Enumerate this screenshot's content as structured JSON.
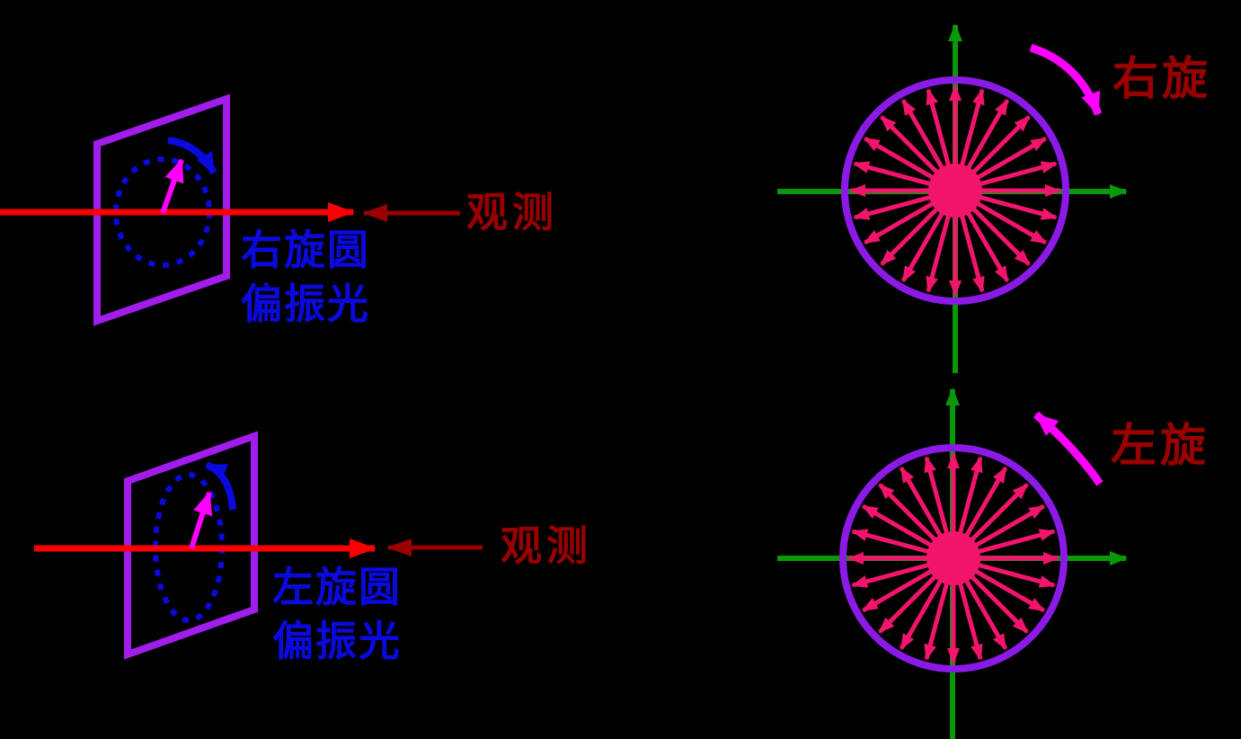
{
  "colors": {
    "background": "#000000",
    "red_beam": "#FA0000",
    "dark_red": "#990000",
    "blue": "#0A0ADF",
    "magenta": "#FF00FF",
    "purple_frame": "#A01DEB",
    "purple_ring": "#8C1AE6",
    "green_axis": "#089808",
    "pink_field": "#F3156C"
  },
  "left_panels": {
    "top": {
      "polarization_label_line1": "右旋圆",
      "polarization_label_line2": "偏振光",
      "observe_label": "观测"
    },
    "bottom": {
      "polarization_label_line1": "左旋圆",
      "polarization_label_line2": "偏振光",
      "observe_label": "观测"
    }
  },
  "right_panels": {
    "top": {
      "rotation_label": "右旋",
      "spoke_count": 24
    },
    "bottom": {
      "rotation_label": "左旋",
      "spoke_count": 24
    }
  }
}
